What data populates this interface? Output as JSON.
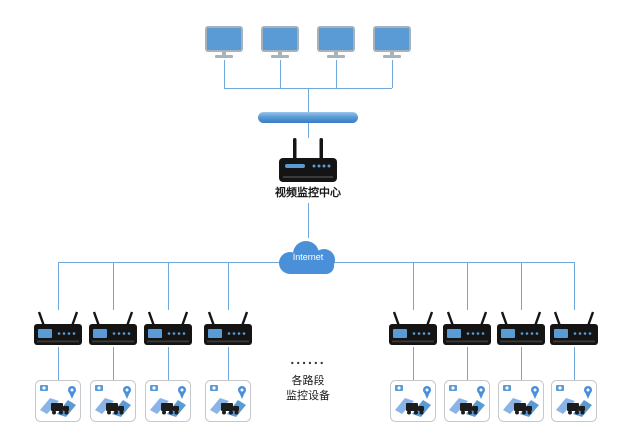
{
  "diagram": {
    "center_router_label": "视频监控中心",
    "cloud_label": "Internet",
    "ellipsis": "......",
    "group_label": {
      "line1": "各路段",
      "line2": "监控设备"
    },
    "counts": {
      "monitors": 4,
      "left_field_routers": 4,
      "right_field_routers": 4,
      "camera_sites": 8
    },
    "colors": {
      "connector": "#6fa8dc",
      "accent": "#5b9bd5",
      "device": "#141414",
      "cloud": "#4a90d9"
    }
  }
}
